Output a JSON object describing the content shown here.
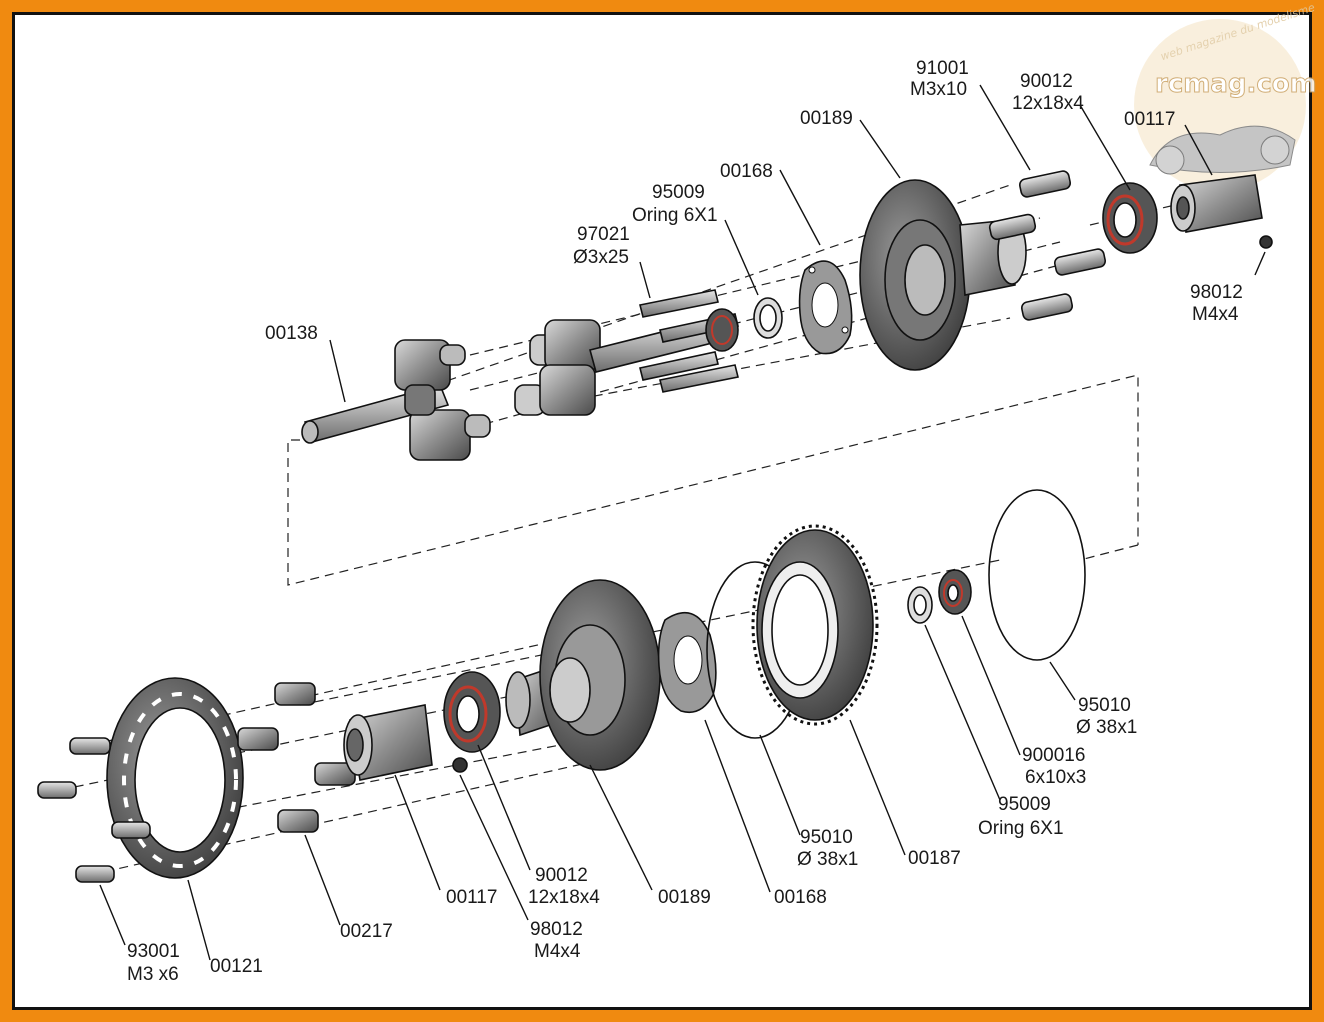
{
  "watermark": {
    "site": "rcmag.com",
    "tagline": "web magazine du modelisme"
  },
  "colors": {
    "frame": "#f08a10",
    "ink": "#111111",
    "part_fill": "#8a8a8a",
    "bearing_seal": "#c0392b"
  },
  "labels": {
    "top_91001": [
      "91001",
      "M3x10"
    ],
    "top_90012": [
      "90012",
      "12x18x4"
    ],
    "top_00117": [
      "00117"
    ],
    "top_00189": [
      "00189"
    ],
    "top_00168": [
      "00168"
    ],
    "top_95009": [
      "95009",
      "Oring 6X1"
    ],
    "top_97021": [
      "97021",
      "Ø3x25"
    ],
    "top_00138": [
      "00138"
    ],
    "top_98012": [
      "98012",
      "M4x4"
    ],
    "bot_95010a": [
      "95010",
      "Ø 38x1"
    ],
    "bot_900016": [
      "900016",
      "6x10x3"
    ],
    "bot_95009": [
      "95009",
      "Oring 6X1"
    ],
    "bot_00187": [
      "00187"
    ],
    "bot_95010b": [
      "95010",
      "Ø 38x1"
    ],
    "bot_00168": [
      "00168"
    ],
    "bot_00189": [
      "00189"
    ],
    "bot_90012": [
      "90012",
      "12x18x4"
    ],
    "bot_98012": [
      "98012",
      "M4x4"
    ],
    "bot_00117": [
      "00117"
    ],
    "bot_00217": [
      "00217"
    ],
    "bot_00121": [
      "00121"
    ],
    "bot_93001": [
      "93001",
      "M3 x6"
    ]
  }
}
